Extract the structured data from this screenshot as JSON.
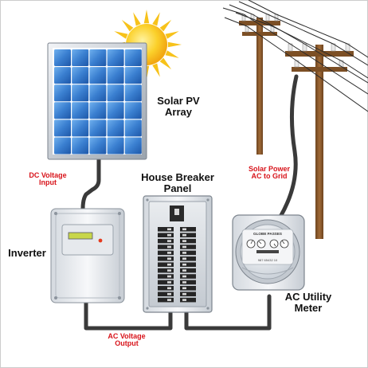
{
  "labels": {
    "solar_pv_array": [
      "Solar PV",
      "Array"
    ],
    "dc_voltage_input": [
      "DC Voltage",
      "Input"
    ],
    "house_breaker_panel": [
      "House Breaker",
      "Panel"
    ],
    "solar_power_ac_to_grid": [
      "Solar Power",
      "AC to Grid"
    ],
    "inverter": "Inverter",
    "ac_voltage_output": [
      "AC Voltage",
      "Output"
    ],
    "ac_utility_meter": [
      "AC Utility",
      "Meter"
    ],
    "meter_brand": "GLOBE PASSES",
    "meter_serial": "987 65432 10"
  },
  "colors": {
    "label_text": "#111111",
    "flow_label": "#d8141b",
    "sun": "#f7c21a",
    "solar_cell": "#3a7fd0",
    "pole_wood": "#8a5a2b",
    "cable": "#3a3a3a",
    "inverter_led": "#e53a1e",
    "lcd": "#c8d64a"
  }
}
